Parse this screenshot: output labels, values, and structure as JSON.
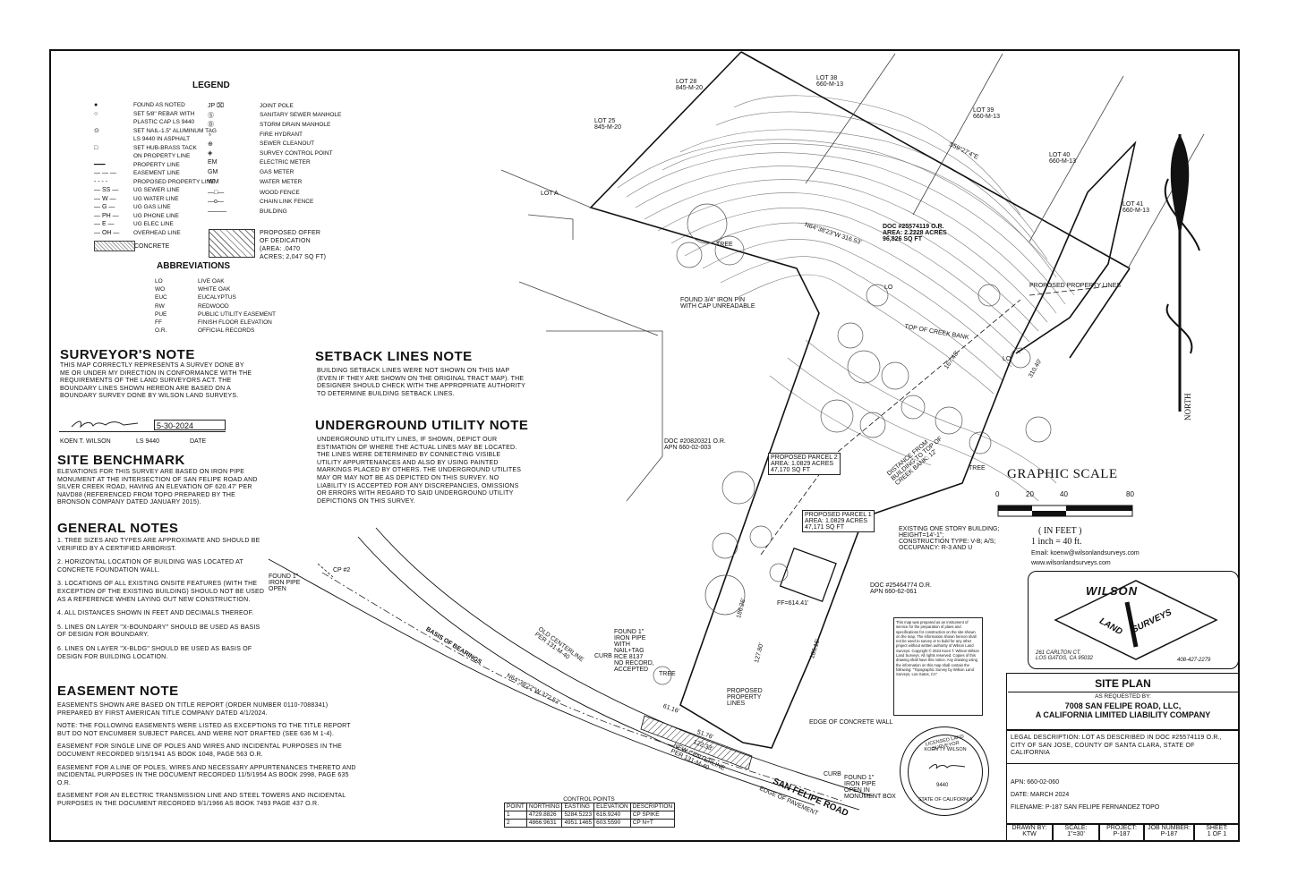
{
  "legend": {
    "title": "LEGEND",
    "left_items": [
      {
        "sym": "●",
        "text": "FOUND AS NOTED"
      },
      {
        "sym": "○",
        "text": "SET 5/8\" REBAR WITH"
      },
      {
        "sym": "",
        "text": "PLASTIC CAP LS 9440"
      },
      {
        "sym": "⊙",
        "text": "SET NAIL-1.5\" ALUMINUM TAG"
      },
      {
        "sym": "",
        "text": "LS 9440 IN ASPHALT"
      },
      {
        "sym": "□",
        "text": "SET HUB-BRASS TACK"
      },
      {
        "sym": "",
        "text": "ON PROPERTY LINE"
      },
      {
        "sym": "━━━",
        "text": "PROPERTY LINE"
      },
      {
        "sym": "— — —",
        "text": "EASEMENT LINE"
      },
      {
        "sym": "- - - -",
        "text": "PROPOSED PROPERTY LINE"
      },
      {
        "sym": "— SS —",
        "text": "UG SEWER LINE"
      },
      {
        "sym": "— W —",
        "text": "UG WATER LINE"
      },
      {
        "sym": "— G —",
        "text": "UG GAS LINE"
      },
      {
        "sym": "— PH —",
        "text": "UG PHONE LINE"
      },
      {
        "sym": "— E —",
        "text": "UG ELEC LINE"
      },
      {
        "sym": "— OH —",
        "text": "OVERHEAD LINE"
      }
    ],
    "right_items": [
      {
        "sym": "JP ⌧",
        "text": "JOINT POLE"
      },
      {
        "sym": "Ⓢ",
        "text": "SANITARY SEWER MANHOLE"
      },
      {
        "sym": "Ⓓ",
        "text": "STORM DRAIN MANHOLE"
      },
      {
        "sym": "♁",
        "text": "FIRE HYDRANT"
      },
      {
        "sym": "⊕",
        "text": "SEWER CLEANOUT"
      },
      {
        "sym": "◈",
        "text": "SURVEY CONTROL POINT"
      },
      {
        "sym": "EM",
        "text": "ELECTRIC METER"
      },
      {
        "sym": "GM",
        "text": "GAS METER"
      },
      {
        "sym": "WM",
        "text": "WATER METER"
      },
      {
        "sym": "—□—",
        "text": "WOOD FENCE"
      },
      {
        "sym": "—o—",
        "text": "CHAIN LINK FENCE"
      },
      {
        "sym": "———",
        "text": "BUILDING"
      }
    ],
    "concrete": "CONCRETE",
    "offer": [
      "PROPOSED OFFER",
      "OF DEDICATION",
      "(AREA: .0470",
      "ACRES; 2,047 SQ FT)"
    ]
  },
  "abbreviations": {
    "title": "ABBREVIATIONS",
    "items": [
      {
        "k": "LO",
        "v": "LIVE OAK"
      },
      {
        "k": "WO",
        "v": "WHITE OAK"
      },
      {
        "k": "EUC",
        "v": "EUCALYPTUS"
      },
      {
        "k": "RW",
        "v": "REDWOOD"
      },
      {
        "k": "PUE",
        "v": "PUBLIC UTILITY EASEMENT"
      },
      {
        "k": "FF",
        "v": "FINISH FLOOR ELEVATION"
      },
      {
        "k": "O.R.",
        "v": "OFFICIAL RECORDS"
      }
    ]
  },
  "surveyor_note": {
    "title": "SURVEYOR'S NOTE",
    "text": "THIS MAP CORRECTLY REPRESENTS A SURVEY DONE BY ME OR UNDER MY DIRECTION IN CONFORMANCE WITH THE REQUIREMENTS OF THE LAND SURVEYORS ACT. THE BOUNDARY LINES SHOWN HEREON ARE BASED ON A BOUNDARY SURVEY DONE BY WILSON LAND SURVEYS.",
    "date": "5-30-2024",
    "name": "KOEN T. WILSON",
    "ls": "LS 9440",
    "date_label": "DATE"
  },
  "site_benchmark": {
    "title": "SITE BENCHMARK",
    "text": "ELEVATIONS FOR THIS SURVEY ARE BASED ON IRON PIPE MONUMENT AT THE INTERSECTION OF SAN FELIPE ROAD AND SILVER CREEK ROAD, HAVING AN ELEVATION OF 620.47' PER NAVD88 (REFERENCED FROM TOPO PREPARED BY THE BRONSON COMPANY DATED JANUARY 2015)."
  },
  "general_notes": {
    "title": "GENERAL NOTES",
    "items": [
      "1. TREE SIZES AND TYPES ARE APPROXIMATE AND SHOULD BE VERIFIED BY A CERTIFIED ARBORIST.",
      "2. HORIZONTAL LOCATION OF BUILDING WAS LOCATED AT CONCRETE FOUNDATION WALL.",
      "3. LOCATIONS OF ALL EXISTING ONSITE FEATURES (WITH THE EXCEPTION OF THE EXISTING BUILDING) SHOULD NOT BE USED AS A REFERENCE WHEN LAYING OUT NEW CONSTRUCTION.",
      "4. ALL DISTANCES SHOWN IN FEET AND DECIMALS THEREOF.",
      "5. LINES ON LAYER \"X-BOUNDARY\" SHOULD BE USED AS BASIS OF DESIGN FOR BOUNDARY.",
      "6. LINES ON LAYER \"X-BLDG\" SHOULD BE USED AS BASIS OF DESIGN FOR BUILDING LOCATION."
    ]
  },
  "easement_note": {
    "title": "EASEMENT NOTE",
    "items": [
      "EASEMENTS SHOWN ARE BASED ON TITLE REPORT (ORDER NUMBER 0110-7088341) PREPARED BY FIRST AMERICAN TITLE COMPANY DATED 4/1/2024.",
      "NOTE: THE FOLLOWING EASEMENTS WERE LISTED AS EXCEPTIONS TO THE TITLE REPORT BUT DO NOT ENCUMBER SUBJECT PARCEL AND WERE NOT DRAFTED (SEE 636 M 1-4).",
      "EASEMENT FOR SINGLE LINE OF POLES AND WIRES AND INCIDENTAL PURPOSES IN THE DOCUMENT RECORDED 9/15/1941 AS BOOK 1048, PAGE 563 O.R.",
      "EASEMENT FOR A LINE OF POLES, WIRES AND NECESSARY APPURTENANCES THERETO AND INCIDENTAL PURPOSES IN THE DOCUMENT RECORDED 11/5/1954 AS BOOK 2998, PAGE 635 O.R.",
      "EASEMENT FOR AN ELECTRIC TRANSMISSION LINE AND STEEL TOWERS AND INCIDENTAL PURPOSES IN THE DOCUMENT RECORDED 9/1/1966 AS BOOK 7493 PAGE 437 O.R."
    ]
  },
  "setback_note": {
    "title": "SETBACK LINES NOTE",
    "text": "BUILDING SETBACK LINES WERE NOT SHOWN ON THIS MAP (EVEN IF THEY ARE SHOWN ON THE ORIGINAL TRACT MAP). THE DESIGNER SHOULD CHECK WITH THE APPROPRIATE AUTHORITY TO DETERMINE BUILDING SETBACK LINES."
  },
  "utility_note": {
    "title": "UNDERGROUND UTILITY NOTE",
    "text": "UNDERGROUND UTILITY LINES, IF SHOWN, DEPICT OUR ESTIMATION OF WHERE THE ACTUAL LINES MAY BE LOCATED. THE LINES WERE DETERMINED BY CONNECTING VISIBLE UTILITY APPURTENANCES AND ALSO BY USING PAINTED MARKINGS PLACED BY OTHERS. THE UNDERGROUND UTILITES MAY OR MAY NOT BE AS DEPICTED ON THIS SURVEY. NO LIABILITY IS ACCEPTED FOR ANY DISCREPANCIES, OMISSIONS OR ERRORS WITH REGARD TO SAID UNDERGROUND UTILITY DEPICTIONS ON THIS SURVEY."
  },
  "control_points": {
    "title": "CONTROL POINTS",
    "headers": [
      "POINT",
      "NORTHING",
      "EASTING",
      "ELEVATION",
      "DESCRIPTION"
    ],
    "rows": [
      [
        "1",
        "4729.8826",
        "5284.5223",
        "616.9240",
        "CP SPIKE"
      ],
      [
        "2",
        "4866.9631",
        "4951.1465",
        "603.5590",
        "CP N+T"
      ]
    ]
  },
  "map_labels": {
    "lot28": [
      "LOT 28",
      "845-M-20"
    ],
    "lot38": [
      "LOT 38",
      "660-M-13"
    ],
    "lot39": [
      "LOT 39",
      "660-M-13"
    ],
    "lot40": [
      "LOT 40",
      "660-M-13"
    ],
    "lot41": [
      "LOT 41",
      "660-M-13"
    ],
    "lot25": [
      "LOT 25",
      "845-M-20"
    ],
    "lot_a": "LOT A",
    "doc_main": [
      "DOC #25574119 O.R.",
      "AREA: 2.2228 ACRES",
      "96,826 SQ FT"
    ],
    "doc_left": [
      "DOC #20820321 O.R.",
      "APN 660-02-003"
    ],
    "doc_right": [
      "DOC #25464774 O.R.",
      "APN 660-62-061"
    ],
    "parcel2": [
      "PROPOSED PARCEL 2",
      "AREA: 1.0829 ACRES",
      "47,170 SQ FT"
    ],
    "parcel1": [
      "PROPOSED PARCEL 1",
      "AREA: 1.0829 ACRES",
      "47,171 SQ FT"
    ],
    "found_pin": [
      "FOUND 3/4\" IRON PIN",
      "WITH CAP UNREADABLE"
    ],
    "prop_lines": "PROPOSED PROPERTY LINES",
    "top_creek": "TOP OF CREEK BANK",
    "distance_creek": [
      "DISTANCE FROM",
      "BUILDING TO TOP OF",
      "CREEK BANK: 12'"
    ],
    "building": [
      "EXISTING ONE STORY BUILDING;",
      "HEIGHT=14'-1\";",
      "CONSTRUCTION TYPE: V-B; A/S;",
      "OCCUPANCY: R-3 AND U"
    ],
    "ff": "FF=614.41'",
    "found_pipe_left": [
      "FOUND 1\"",
      "IRON PIPE",
      "OPEN"
    ],
    "cp2": "CP #2",
    "basis": "BASIS OF BEARINGS",
    "bearing": "N64°38'22\"W 372.52'",
    "old_centerline": [
      "OLD CENTERLINE",
      "PER 131-M-40"
    ],
    "curb": "CURB",
    "found_pipe_tag": [
      "FOUND 1\"",
      "IRON PIPE",
      "WITH",
      "NAIL+TAG",
      "RCE 8137",
      "NO RECORD,",
      "ACCEPTED"
    ],
    "proposed_prop_lines": [
      "PROPOSED",
      "PROPERTY",
      "LINES"
    ],
    "edge_wall": "EDGE OF CONCRETE WALL",
    "new_centerline": [
      "NEW CENTERLINE",
      "PER 131-M-40"
    ],
    "curb2": "CURB",
    "found_monument": [
      "FOUND 1\"",
      "IRON PIPE",
      "OPEN IN",
      "MONUMENT BOX"
    ],
    "road": "SAN FELIPE ROAD",
    "edge_pavement": "EDGE OF PAVEMENT",
    "bearing_top": "N64°38'23\"W 316.53'",
    "bearing_ne": "S59°27'4\"E",
    "apn_line": "N64°38'23\"W 316.53'",
    "east_dim": "310.40'",
    "dist_a": "167.48'",
    "dist_b": "186.26'",
    "dist_c": "127.80'",
    "dist_d": "186.15'",
    "dist_e": "51.76'",
    "dist_f": "61.16'",
    "dist_g": "122.33'",
    "tree_live_oak": "LO",
    "tree_generic": "TREE",
    "north": "NORTH"
  },
  "graphic_scale": {
    "title": "GRAPHIC SCALE",
    "ticks": [
      "0",
      "20",
      "40",
      "80"
    ],
    "unit": "( IN FEET )",
    "ratio": "1 inch = 40 ft."
  },
  "contact": {
    "email": "Email: koenw@wilsonlandsurveys.com",
    "web": "www.wilsonlandsurveys.com"
  },
  "logo": {
    "word1": "WILSON",
    "word2": "LAND",
    "word3": "SURVEYS",
    "address1": "261 CARLTON CT.",
    "address2": "LOS GATOS, CA 95032",
    "phone": "408-427-2279"
  },
  "copyright": "This map was prepared as an instrument of service for the preparation of plans and specifications for construction on the site shown on the map. The information shown hereon shall not be used to survey or to build for any other project without written authority of Wilson Land Surveys. Copyright © 2024 Koen T. Wilson Wilson Land Surveys. All rights reserved. Copies of this drawing shall have this notice. Any drawing using the information on this map shall contain the following: \"Topographic Survey by Wilson Land Surveys, Los Gatos, CA\"",
  "seal": {
    "top": "LICENSED LAND SURVEYOR",
    "name": "KOEN TY WILSON",
    "number": "9440",
    "bottom": "STATE OF CALIFORNIA"
  },
  "title_block": {
    "title": "SITE PLAN",
    "requested": "AS REQUESTED BY:",
    "client1": "7008 SAN FELIPE ROAD, LLC,",
    "client2": "A CALIFORNIA LIMITED LIABILITY COMPANY",
    "legal": "LEGAL DESCRIPTION: LOT AS DESCRIBED IN DOC #25574119 O.R., CITY OF SAN JOSE, COUNTY OF SANTA CLARA, STATE OF CALIFORNIA",
    "apn": "APN: 660-02-060",
    "date": "DATE: MARCH 2024",
    "filename": "FILENAME: P-187 SAN FELIPE FERNANDEZ TOPO",
    "drawn_label": "DRAWN BY:",
    "drawn": "KTW",
    "scale_label": "SCALE:",
    "scale": "1\"=30'",
    "project_label": "PROJECT:",
    "project": "P-187",
    "job_label": "JOB NUMBER:",
    "job": "P-187",
    "sheet_label": "SHEET:",
    "sheet": "1 OF 1"
  }
}
